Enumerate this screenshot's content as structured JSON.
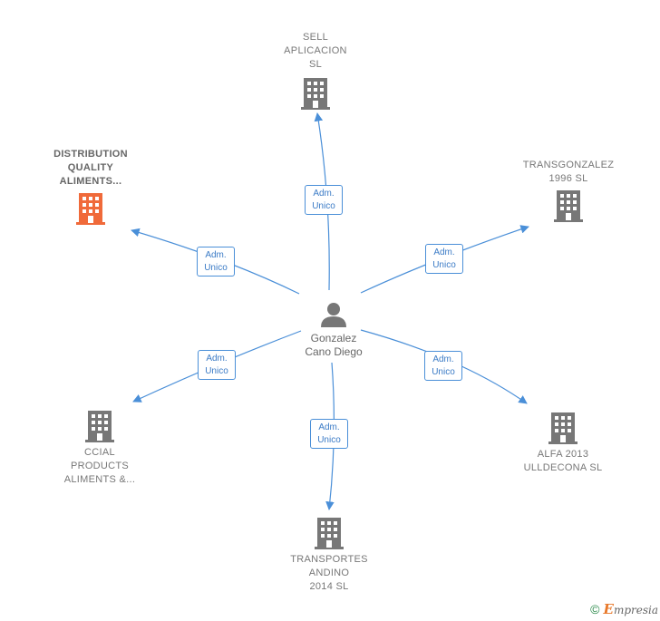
{
  "center": {
    "name": "Gonzalez\nCano Diego",
    "icon": "person-icon",
    "color": "#666666"
  },
  "relation": {
    "line1": "Adm.",
    "line2": "Unico"
  },
  "colors": {
    "edge": "#4a8fd8",
    "building": "#777777",
    "highlight": "#f06a3a"
  },
  "companies": [
    {
      "key": "sell",
      "name": "SELL\nAPLICACION\nSL",
      "highlighted": false
    },
    {
      "key": "transgonzalez",
      "name": "TRANSGONZALEZ\n1996 SL",
      "highlighted": false
    },
    {
      "key": "alfa",
      "name": "ALFA 2013\nULLDECONA SL",
      "highlighted": false
    },
    {
      "key": "transportes",
      "name": "TRANSPORTES\nANDINO\n2014  SL",
      "highlighted": false
    },
    {
      "key": "ccial",
      "name": "CCIAL\nPRODUCTS\nALIMENTS &...",
      "highlighted": false
    },
    {
      "key": "distribution",
      "name": "DISTRIBUTION\nQUALITY\nALIMENTS...",
      "highlighted": true
    }
  ],
  "footer": {
    "copyright": "©",
    "brand_first": "E",
    "brand_rest": "mpresia"
  }
}
